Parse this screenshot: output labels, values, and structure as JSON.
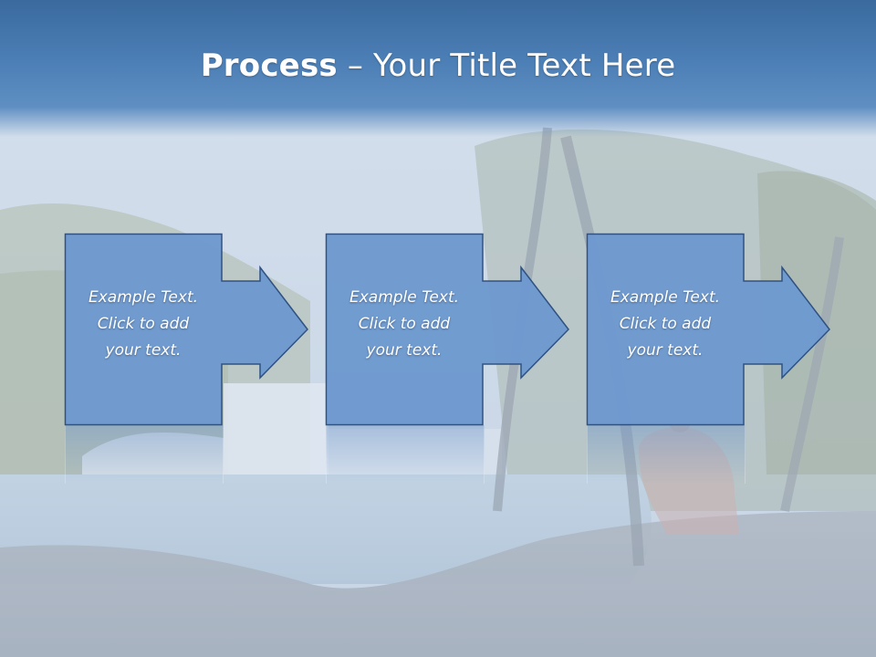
{
  "slide": {
    "title_bold": "Process",
    "title_rest": " – Your Title Text Here",
    "colors": {
      "header": "#4c7fb6",
      "box_fill": "#6f9ad0",
      "box_stroke": "#2c4f80",
      "text": "#ffffff"
    }
  },
  "steps": [
    {
      "label": "Example Text.\nClick  to add\nyour text."
    },
    {
      "label": "Example Text.\nClick  to add\nyour text."
    },
    {
      "label": "Example Text.\nClick  to add\nyour text."
    }
  ]
}
